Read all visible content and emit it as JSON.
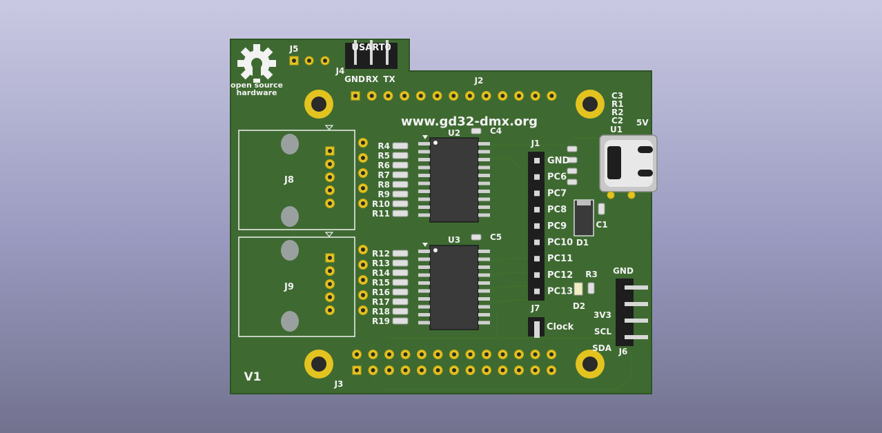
{
  "board": {
    "url_text": "www.gd32-dmx.org",
    "version": "V1",
    "logo_line1": "open source",
    "logo_line2": "hardware",
    "colors": {
      "pcb": "#3e6a31",
      "pad": "#e3c320",
      "silkscreen": "#f2f2f2",
      "background_top": "#c9c9e3",
      "background_bottom": "#72728f"
    }
  },
  "refs": {
    "J1": "J1",
    "J2": "J2",
    "J3": "J3",
    "J4": "J4",
    "J5": "J5",
    "J6": "J6",
    "J7": "J7",
    "J8": "J8",
    "J9": "J9",
    "U1": "U1",
    "U2": "U2",
    "U3": "U3",
    "C1": "C1",
    "C2": "C2",
    "C3": "C3",
    "C4": "C4",
    "C5": "C5",
    "D1": "D1",
    "D2": "D2",
    "R1": "R1",
    "R2": "R2",
    "R3": "R3"
  },
  "usart": {
    "title": "USART0",
    "gnd": "GND",
    "rx": "RX",
    "tx": "TX"
  },
  "resistors_u2": [
    "R4",
    "R5",
    "R6",
    "R7",
    "R8",
    "R9",
    "R10",
    "R11"
  ],
  "resistors_u3": [
    "R12",
    "R13",
    "R14",
    "R15",
    "R16",
    "R17",
    "R18",
    "R19"
  ],
  "j1_pins": [
    "GND",
    "PC6",
    "PC7",
    "PC8",
    "PC9",
    "PC10",
    "PC11",
    "PC12",
    "PC13"
  ],
  "j6_pins": [
    "GND",
    "3V3",
    "SCL",
    "SDA"
  ],
  "j7_label": "Clock",
  "power_label": "5V"
}
